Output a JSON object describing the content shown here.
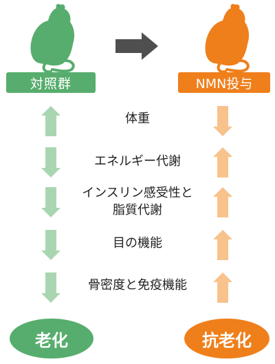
{
  "groups": {
    "control": {
      "label": "対照群",
      "result": "老化",
      "color": "#57ad6d"
    },
    "nmn": {
      "label": "NMN投与",
      "result": "抗老化",
      "color": "#ef7f1b"
    }
  },
  "factors": [
    {
      "label": "体重",
      "control": "up",
      "nmn": "down"
    },
    {
      "label": "エネルギー代謝",
      "control": "down",
      "nmn": "up"
    },
    {
      "label": "インスリン感受性と\n脂質代謝",
      "control": "down",
      "nmn": "up"
    },
    {
      "label": "目の機能",
      "control": "down",
      "nmn": "up"
    },
    {
      "label": "骨密度と免疫機能",
      "control": "down",
      "nmn": "up"
    }
  ],
  "colors": {
    "control_arrow": "#a9d6b1",
    "nmn_arrow": "#f8c28d",
    "transition_arrow": "#4f4f4f"
  }
}
